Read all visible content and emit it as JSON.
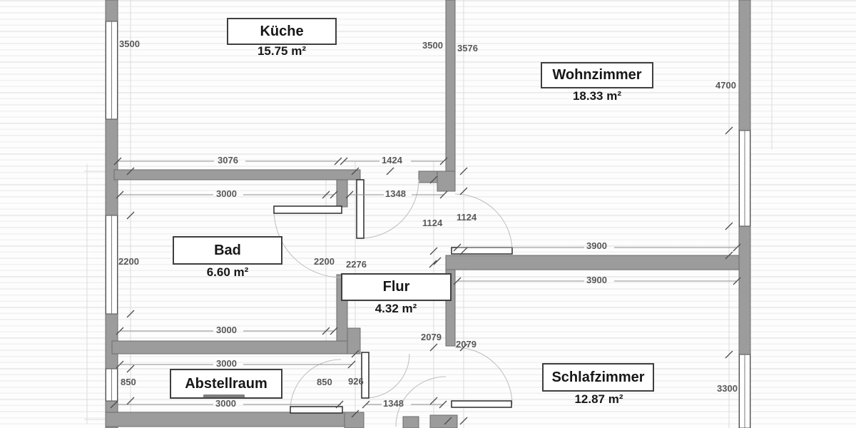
{
  "rooms": {
    "kueche": {
      "name": "Küche",
      "area": "15.75 m²"
    },
    "wohnzimmer": {
      "name": "Wohnzimmer",
      "area": "18.33 m²"
    },
    "bad": {
      "name": "Bad",
      "area": "6.60 m²"
    },
    "flur": {
      "name": "Flur",
      "area": "4.32 m²"
    },
    "abstellraum": {
      "name": "Abstellraum",
      "area": ""
    },
    "schlafzimmer": {
      "name": "Schlafzimmer",
      "area": "12.87 m²"
    }
  },
  "dims": {
    "kueche_height_left": "3500",
    "kueche_height_right": "3500",
    "wohnzimmer_height_left": "3576",
    "wohnzimmer_height_right": "4700",
    "kueche_width": "3076",
    "kueche_door_span": "1424",
    "bad_width_top": "3000",
    "flur_width_top": "1348",
    "flur_door_left": "1124",
    "wohnzimmer_door": "1124",
    "bad_height_left": "2200",
    "bad_height_right": "2200",
    "flur_height": "2276",
    "schlafzimmer_width_top": "3900",
    "schlafzimmer_width_bottom": "3900",
    "bad_width_bottom": "3000",
    "flur_lower_left": "2079",
    "schlafzimmer_door": "2079",
    "abstellraum_width_top": "3000",
    "abstellraum_height_left": "850",
    "abstellraum_height_right": "850",
    "abstellraum_door": "926",
    "schlafzimmer_height_right": "3300",
    "abstellraum_width_bottom": "3000",
    "entry_width_bottom": "1348"
  },
  "colors": {
    "wall_fill": "#9c9c9c",
    "wall_outline": "#6d6d6d",
    "dim_text": "#585858",
    "label_border": "#3f3f3f",
    "door_arc": "#bdbdbd"
  }
}
